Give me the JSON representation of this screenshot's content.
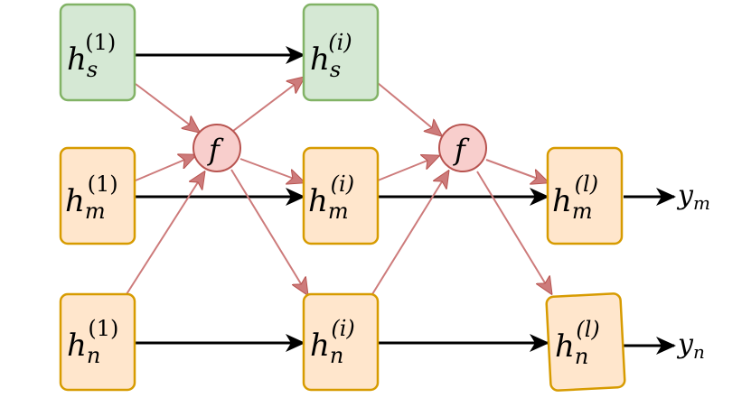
{
  "colors": {
    "green_fill": "#d5e8d4",
    "green_stroke": "#82b366",
    "orange_fill": "#ffe6cc",
    "orange_stroke": "#d79b00",
    "f_fill": "#f8cecc",
    "f_stroke": "#b85450",
    "red_arrow": "#cd7b7b",
    "black_arrow": "#000000"
  },
  "nodes": {
    "hs1": {
      "base": "h",
      "sub": "s",
      "sup": "(1)"
    },
    "hsi": {
      "base": "h",
      "sub": "s",
      "sup": "(i)"
    },
    "hm1": {
      "base": "h",
      "sub": "m",
      "sup": "(1)"
    },
    "hmi": {
      "base": "h",
      "sub": "m",
      "sup": "(i)"
    },
    "hml": {
      "base": "h",
      "sub": "m",
      "sup": "(l)"
    },
    "hn1": {
      "base": "h",
      "sub": "n",
      "sup": "(1)"
    },
    "hni": {
      "base": "h",
      "sub": "n",
      "sup": "(i)"
    },
    "hnl": {
      "base": "h",
      "sub": "n",
      "sup": "(l)"
    },
    "f1": {
      "label": "f"
    },
    "f2": {
      "label": "f"
    }
  },
  "outputs": {
    "ym": {
      "base": "y",
      "sub": "m"
    },
    "yn": {
      "base": "y",
      "sub": "n"
    }
  }
}
